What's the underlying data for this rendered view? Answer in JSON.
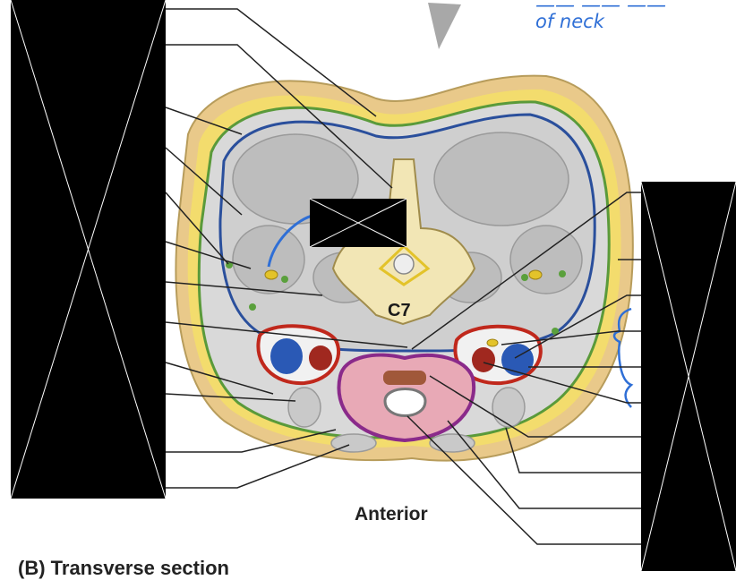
{
  "figure": {
    "orientation_label": "Anterior",
    "vertebra_label": "C7",
    "caption": "(B) Transverse section",
    "handwritten_note_line1": "—— —— ——",
    "handwritten_note_line2": "of neck",
    "redaction_count": 3
  },
  "colors": {
    "skin": "#e9c98a",
    "fat": "#f3dc6d",
    "investing_fascia": "#5a9a3a",
    "prevertebral_fascia": "#2a4f9c",
    "muscle": "#c9c9c9",
    "bone": "#f2e6b5",
    "carotid_sheath": "#c0281c",
    "pretracheal_fascia": "#8a2a8a",
    "thyroid": "#e8a9b6",
    "annotation_ink": "#2f6fd6",
    "redaction": "#000000"
  }
}
